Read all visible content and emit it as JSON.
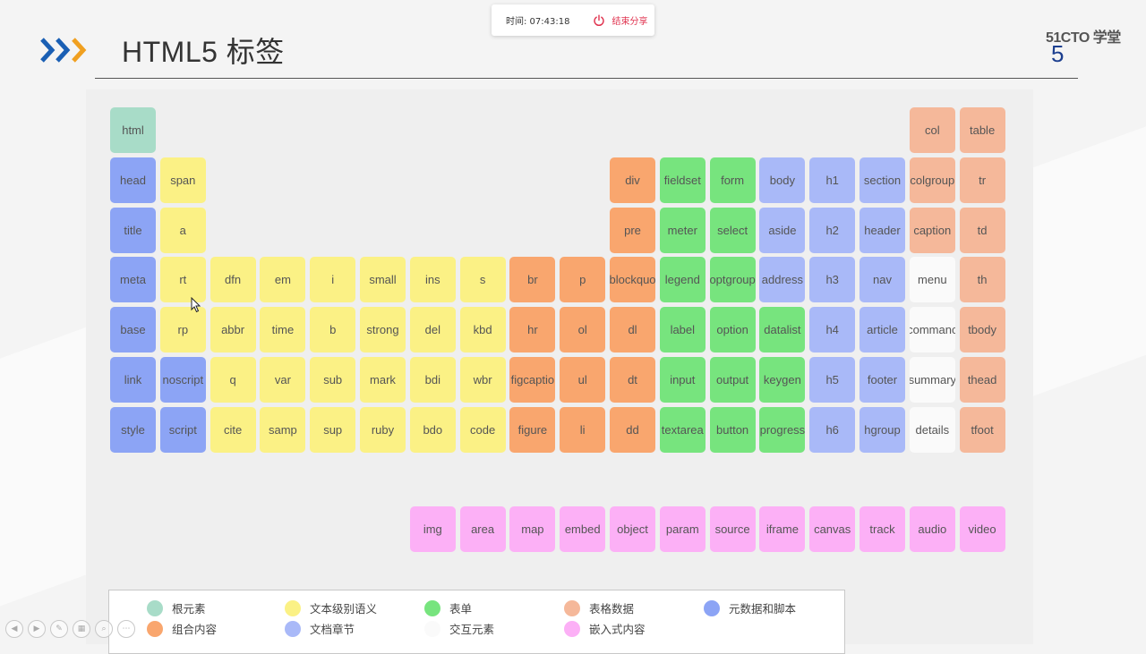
{
  "share_bar": {
    "time_label": "时间: 07:43:18",
    "stop_label": "结束分享"
  },
  "header": {
    "title": "HTML5 标签",
    "logo_text": "51CTO 学堂",
    "logo_number": "5",
    "accent_colors": [
      "#1a5fb4",
      "#f0a020"
    ]
  },
  "categories": {
    "root": {
      "label": "根元素",
      "color": "#a8dcc8"
    },
    "text": {
      "label": "文本级别语义",
      "color": "#fbf185"
    },
    "form": {
      "label": "表单",
      "color": "#77e47e"
    },
    "table": {
      "label": "表格数据",
      "color": "#f5b89a"
    },
    "meta": {
      "label": "元数据和脚本",
      "color": "#8ca4f5"
    },
    "group": {
      "label": "组合内容",
      "color": "#f9a66e"
    },
    "section": {
      "label": "文档章节",
      "color": "#a9b9f8"
    },
    "interactive": {
      "label": "交互元素",
      "color": "#fafafa"
    },
    "embed": {
      "label": "嵌入式内容",
      "color": "#fcb0f6"
    }
  },
  "legend_order": [
    [
      "root",
      "text",
      "form",
      "table",
      "meta"
    ],
    [
      "group",
      "section",
      "interactive",
      "embed"
    ]
  ],
  "table_rows": [
    [
      {
        "col": 0,
        "tag": "html",
        "cat": "root"
      },
      {
        "col": 16,
        "tag": "col",
        "cat": "table"
      },
      {
        "col": 17,
        "tag": "table",
        "cat": "table"
      }
    ],
    [
      {
        "col": 0,
        "tag": "head",
        "cat": "meta"
      },
      {
        "col": 1,
        "tag": "span",
        "cat": "text"
      },
      {
        "col": 10,
        "tag": "div",
        "cat": "group"
      },
      {
        "col": 11,
        "tag": "fieldset",
        "cat": "form"
      },
      {
        "col": 12,
        "tag": "form",
        "cat": "form"
      },
      {
        "col": 13,
        "tag": "body",
        "cat": "section"
      },
      {
        "col": 14,
        "tag": "h1",
        "cat": "section"
      },
      {
        "col": 15,
        "tag": "section",
        "cat": "section"
      },
      {
        "col": 16,
        "tag": "colgroup",
        "cat": "table"
      },
      {
        "col": 17,
        "tag": "tr",
        "cat": "table"
      }
    ],
    [
      {
        "col": 0,
        "tag": "title",
        "cat": "meta"
      },
      {
        "col": 1,
        "tag": "a",
        "cat": "text"
      },
      {
        "col": 10,
        "tag": "pre",
        "cat": "group"
      },
      {
        "col": 11,
        "tag": "meter",
        "cat": "form"
      },
      {
        "col": 12,
        "tag": "select",
        "cat": "form"
      },
      {
        "col": 13,
        "tag": "aside",
        "cat": "section"
      },
      {
        "col": 14,
        "tag": "h2",
        "cat": "section"
      },
      {
        "col": 15,
        "tag": "header",
        "cat": "section"
      },
      {
        "col": 16,
        "tag": "caption",
        "cat": "table"
      },
      {
        "col": 17,
        "tag": "td",
        "cat": "table"
      }
    ],
    [
      {
        "col": 0,
        "tag": "meta",
        "cat": "meta"
      },
      {
        "col": 1,
        "tag": "rt",
        "cat": "text"
      },
      {
        "col": 2,
        "tag": "dfn",
        "cat": "text"
      },
      {
        "col": 3,
        "tag": "em",
        "cat": "text"
      },
      {
        "col": 4,
        "tag": "i",
        "cat": "text"
      },
      {
        "col": 5,
        "tag": "small",
        "cat": "text"
      },
      {
        "col": 6,
        "tag": "ins",
        "cat": "text"
      },
      {
        "col": 7,
        "tag": "s",
        "cat": "text"
      },
      {
        "col": 8,
        "tag": "br",
        "cat": "group"
      },
      {
        "col": 9,
        "tag": "p",
        "cat": "group"
      },
      {
        "col": 10,
        "tag": "blockquo",
        "cat": "group"
      },
      {
        "col": 11,
        "tag": "legend",
        "cat": "form"
      },
      {
        "col": 12,
        "tag": "optgroup",
        "cat": "form"
      },
      {
        "col": 13,
        "tag": "address",
        "cat": "section"
      },
      {
        "col": 14,
        "tag": "h3",
        "cat": "section"
      },
      {
        "col": 15,
        "tag": "nav",
        "cat": "section"
      },
      {
        "col": 16,
        "tag": "menu",
        "cat": "interactive"
      },
      {
        "col": 17,
        "tag": "th",
        "cat": "table"
      }
    ],
    [
      {
        "col": 0,
        "tag": "base",
        "cat": "meta"
      },
      {
        "col": 1,
        "tag": "rp",
        "cat": "text"
      },
      {
        "col": 2,
        "tag": "abbr",
        "cat": "text"
      },
      {
        "col": 3,
        "tag": "time",
        "cat": "text"
      },
      {
        "col": 4,
        "tag": "b",
        "cat": "text"
      },
      {
        "col": 5,
        "tag": "strong",
        "cat": "text"
      },
      {
        "col": 6,
        "tag": "del",
        "cat": "text"
      },
      {
        "col": 7,
        "tag": "kbd",
        "cat": "text"
      },
      {
        "col": 8,
        "tag": "hr",
        "cat": "group"
      },
      {
        "col": 9,
        "tag": "ol",
        "cat": "group"
      },
      {
        "col": 10,
        "tag": "dl",
        "cat": "group"
      },
      {
        "col": 11,
        "tag": "label",
        "cat": "form"
      },
      {
        "col": 12,
        "tag": "option",
        "cat": "form"
      },
      {
        "col": 13,
        "tag": "datalist",
        "cat": "form"
      },
      {
        "col": 14,
        "tag": "h4",
        "cat": "section"
      },
      {
        "col": 15,
        "tag": "article",
        "cat": "section"
      },
      {
        "col": 16,
        "tag": "commanc",
        "cat": "interactive"
      },
      {
        "col": 17,
        "tag": "tbody",
        "cat": "table"
      }
    ],
    [
      {
        "col": 0,
        "tag": "link",
        "cat": "meta"
      },
      {
        "col": 1,
        "tag": "noscript",
        "cat": "meta"
      },
      {
        "col": 2,
        "tag": "q",
        "cat": "text"
      },
      {
        "col": 3,
        "tag": "var",
        "cat": "text"
      },
      {
        "col": 4,
        "tag": "sub",
        "cat": "text"
      },
      {
        "col": 5,
        "tag": "mark",
        "cat": "text"
      },
      {
        "col": 6,
        "tag": "bdi",
        "cat": "text"
      },
      {
        "col": 7,
        "tag": "wbr",
        "cat": "text"
      },
      {
        "col": 8,
        "tag": "figcaptio",
        "cat": "group"
      },
      {
        "col": 9,
        "tag": "ul",
        "cat": "group"
      },
      {
        "col": 10,
        "tag": "dt",
        "cat": "group"
      },
      {
        "col": 11,
        "tag": "input",
        "cat": "form"
      },
      {
        "col": 12,
        "tag": "output",
        "cat": "form"
      },
      {
        "col": 13,
        "tag": "keygen",
        "cat": "form"
      },
      {
        "col": 14,
        "tag": "h5",
        "cat": "section"
      },
      {
        "col": 15,
        "tag": "footer",
        "cat": "section"
      },
      {
        "col": 16,
        "tag": "summary",
        "cat": "interactive"
      },
      {
        "col": 17,
        "tag": "thead",
        "cat": "table"
      }
    ],
    [
      {
        "col": 0,
        "tag": "style",
        "cat": "meta"
      },
      {
        "col": 1,
        "tag": "script",
        "cat": "meta"
      },
      {
        "col": 2,
        "tag": "cite",
        "cat": "text"
      },
      {
        "col": 3,
        "tag": "samp",
        "cat": "text"
      },
      {
        "col": 4,
        "tag": "sup",
        "cat": "text"
      },
      {
        "col": 5,
        "tag": "ruby",
        "cat": "text"
      },
      {
        "col": 6,
        "tag": "bdo",
        "cat": "text"
      },
      {
        "col": 7,
        "tag": "code",
        "cat": "text"
      },
      {
        "col": 8,
        "tag": "figure",
        "cat": "group"
      },
      {
        "col": 9,
        "tag": "li",
        "cat": "group"
      },
      {
        "col": 10,
        "tag": "dd",
        "cat": "group"
      },
      {
        "col": 11,
        "tag": "textarea",
        "cat": "form"
      },
      {
        "col": 12,
        "tag": "button",
        "cat": "form"
      },
      {
        "col": 13,
        "tag": "progress",
        "cat": "form"
      },
      {
        "col": 14,
        "tag": "h6",
        "cat": "section"
      },
      {
        "col": 15,
        "tag": "hgroup",
        "cat": "section"
      },
      {
        "col": 16,
        "tag": "details",
        "cat": "interactive"
      },
      {
        "col": 17,
        "tag": "tfoot",
        "cat": "table"
      }
    ]
  ],
  "embed_row": [
    {
      "col": 6,
      "tag": "img",
      "cat": "embed"
    },
    {
      "col": 7,
      "tag": "area",
      "cat": "embed"
    },
    {
      "col": 8,
      "tag": "map",
      "cat": "embed"
    },
    {
      "col": 9,
      "tag": "embed",
      "cat": "embed"
    },
    {
      "col": 10,
      "tag": "object",
      "cat": "embed"
    },
    {
      "col": 11,
      "tag": "param",
      "cat": "embed"
    },
    {
      "col": 12,
      "tag": "source",
      "cat": "embed"
    },
    {
      "col": 13,
      "tag": "iframe",
      "cat": "embed"
    },
    {
      "col": 14,
      "tag": "canvas",
      "cat": "embed"
    },
    {
      "col": 15,
      "tag": "track",
      "cat": "embed"
    },
    {
      "col": 16,
      "tag": "audio",
      "cat": "embed"
    },
    {
      "col": 17,
      "tag": "video",
      "cat": "embed"
    }
  ],
  "toolbar_icons": [
    "prev-icon",
    "next-icon",
    "pen-icon",
    "pages-icon",
    "zoom-icon",
    "more-icon"
  ]
}
